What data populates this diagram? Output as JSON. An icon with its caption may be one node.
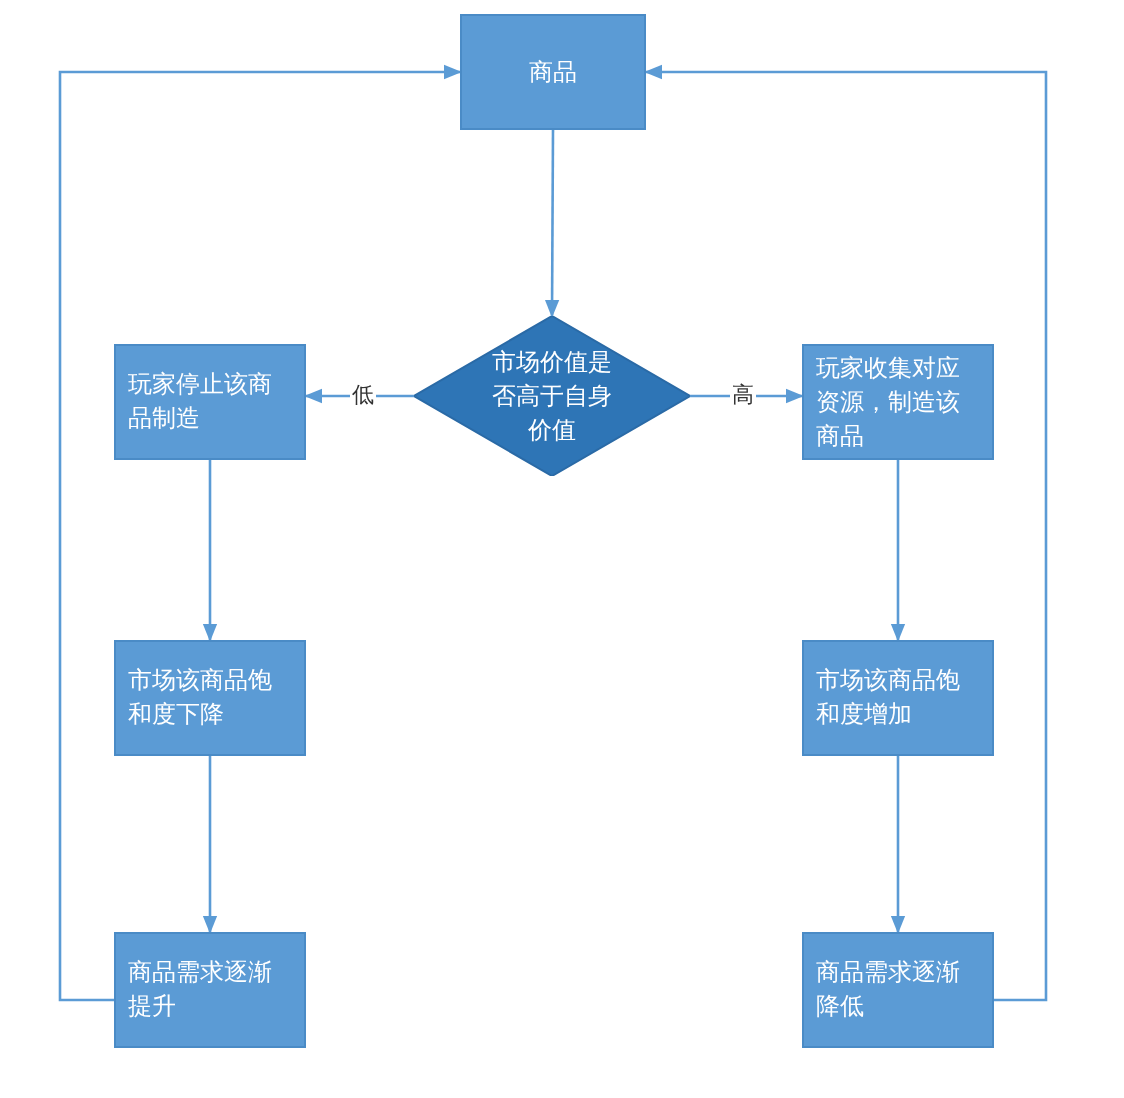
{
  "diagram": {
    "nodes": [
      {
        "text": [
          "商品"
        ]
      },
      {
        "text": [
          "市场价值是否高于自身价值"
        ]
      },
      {
        "text": [
          "玩家停止该商品制造"
        ]
      },
      {
        "text": [
          "玩家收集对应资源，制造该商品"
        ]
      },
      {
        "text": [
          "市场该商品饱和度下降"
        ]
      },
      {
        "text": [
          "市场该商品饱和度增加"
        ]
      },
      {
        "text": [
          "商品需求逐渐提升"
        ]
      },
      {
        "text": [
          "商品需求逐渐降低"
        ]
      }
    ],
    "edges": [
      {
        "from": 0,
        "to": 1,
        "arrow": "to"
      },
      {
        "from": 1,
        "to": 2,
        "arrow": "to",
        "label": "低"
      },
      {
        "from": 1,
        "to": 3,
        "arrow": "to",
        "label": "高"
      },
      {
        "from": 2,
        "to": 4,
        "arrow": "to"
      },
      {
        "from": 3,
        "to": 5,
        "arrow": "to"
      },
      {
        "from": 4,
        "to": 6,
        "arrow": "to"
      },
      {
        "from": 5,
        "to": 7,
        "arrow": "to"
      },
      {
        "from": 6,
        "to": 0,
        "arrow": "to"
      },
      {
        "from": 7,
        "to": 0,
        "arrow": "to"
      }
    ]
  }
}
